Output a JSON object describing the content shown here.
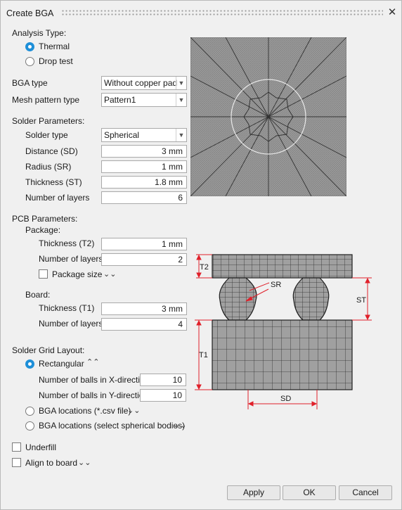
{
  "window": {
    "title": "Create BGA"
  },
  "analysis": {
    "label": "Analysis Type:",
    "options": [
      {
        "label": "Thermal",
        "selected": true
      },
      {
        "label": "Drop test",
        "selected": false
      }
    ]
  },
  "bga_type": {
    "label": "BGA type",
    "value": "Without copper pad"
  },
  "mesh_pattern": {
    "label": "Mesh pattern type",
    "value": "Pattern1"
  },
  "solder": {
    "heading": "Solder Parameters:",
    "type_label": "Solder type",
    "type_value": "Spherical",
    "distance_label": "Distance (SD)",
    "distance_value": "3 mm",
    "radius_label": "Radius (SR)",
    "radius_value": "1 mm",
    "thickness_label": "Thickness (ST)",
    "thickness_value": "1.8 mm",
    "layers_label": "Number of layers",
    "layers_value": "6"
  },
  "pcb": {
    "heading": "PCB Parameters:",
    "package_heading": "Package:",
    "pkg_thickness_label": "Thickness (T2)",
    "pkg_thickness_value": "1 mm",
    "pkg_layers_label": "Number of layers",
    "pkg_layers_value": "2",
    "pkg_size_label": "Package size",
    "board_heading": "Board:",
    "board_thickness_label": "Thickness (T1)",
    "board_thickness_value": "3 mm",
    "board_layers_label": "Number of layers",
    "board_layers_value": "4"
  },
  "grid": {
    "heading": "Solder Grid Layout:",
    "rect_label": "Rectangular",
    "balls_x_label": "Number of balls in X-direction",
    "balls_x_value": "10",
    "balls_y_label": "Number of balls in Y-direction",
    "balls_y_value": "10",
    "csv_label": "BGA locations (*.csv file)",
    "select_label": "BGA locations (select spherical bodies)"
  },
  "underfill_label": "Underfill",
  "align_label": "Align to board",
  "diagram_labels": {
    "t2": "T2",
    "sr": "SR",
    "st": "ST",
    "t1": "T1",
    "sd": "SD"
  },
  "buttons": {
    "apply": "Apply",
    "ok": "OK",
    "cancel": "Cancel"
  },
  "colors": {
    "accent": "#1e8fd8",
    "dimension": "#e0202a"
  }
}
